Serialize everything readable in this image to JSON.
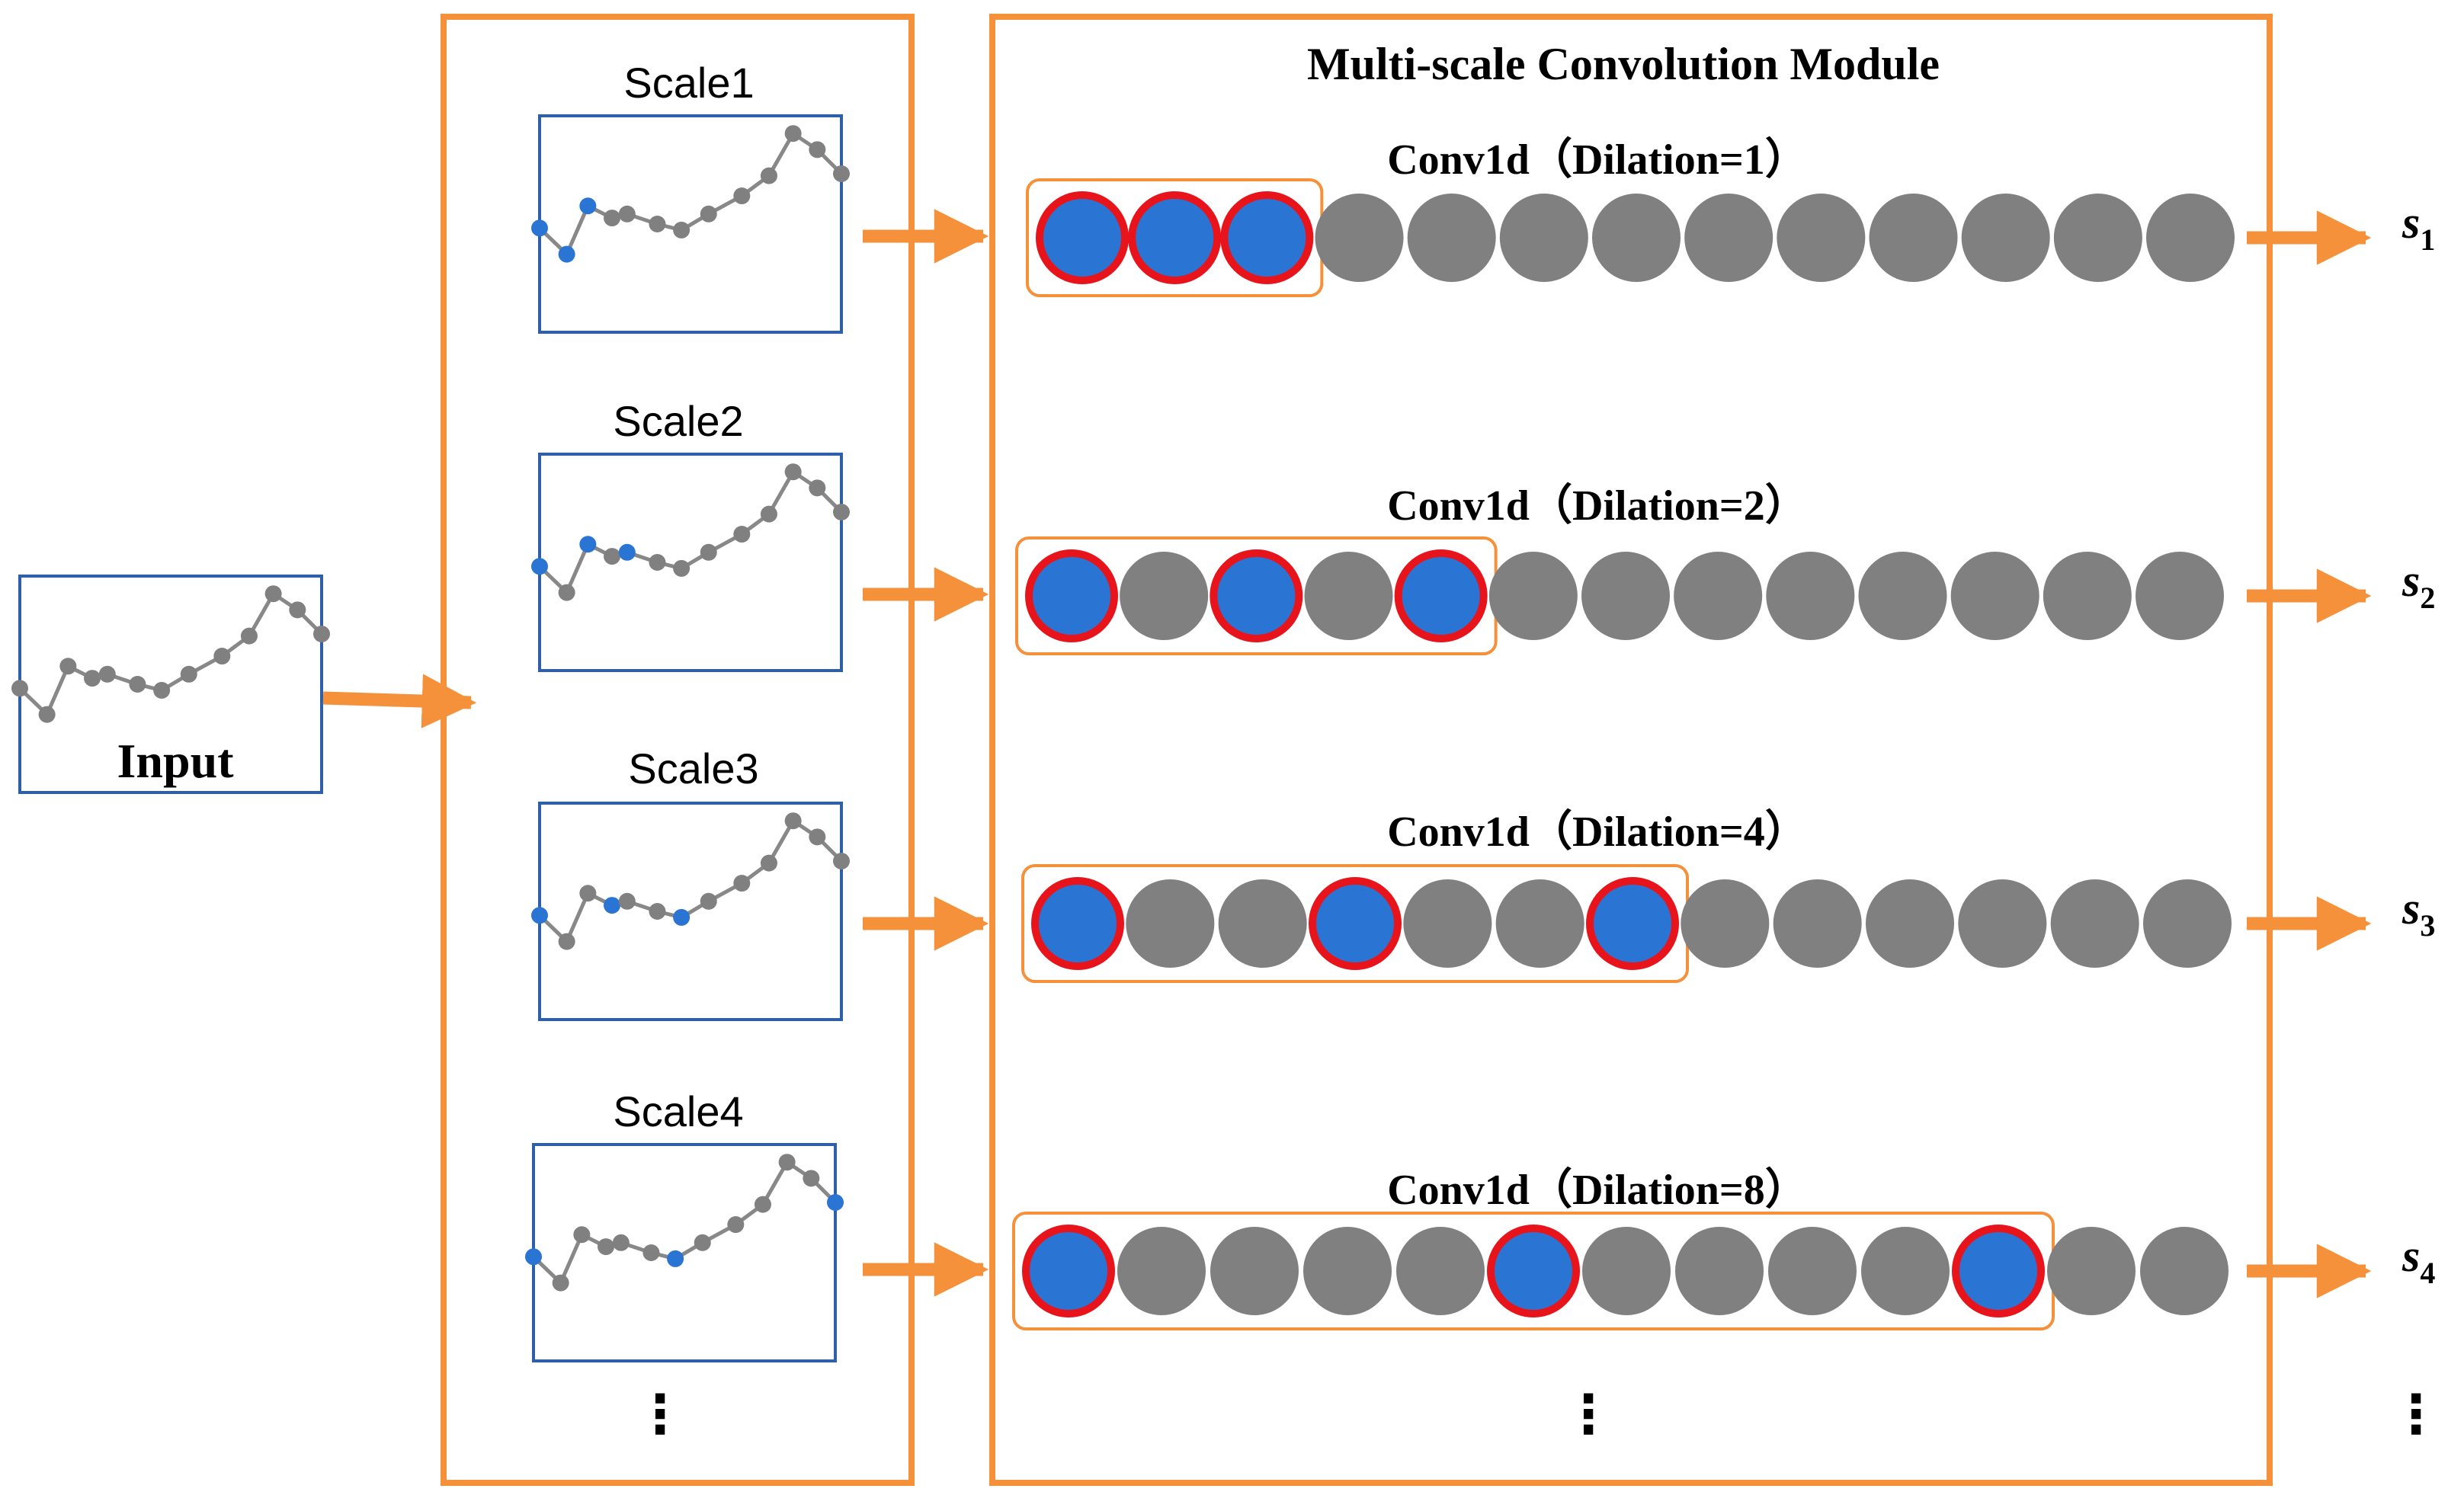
{
  "input": {
    "label": "Input"
  },
  "scales": [
    {
      "label": "Scale1",
      "highlight": [
        0,
        1,
        2
      ]
    },
    {
      "label": "Scale2",
      "highlight": [
        0,
        2,
        4
      ]
    },
    {
      "label": "Scale3",
      "highlight": [
        0,
        3,
        6
      ]
    },
    {
      "label": "Scale4",
      "highlight": [
        0,
        6,
        12
      ]
    }
  ],
  "scales_more": "⋮",
  "module": {
    "title": "Multi-scale Convolution Module",
    "more": "⋮",
    "rows": [
      {
        "label": "Conv1d（Dilation=1）",
        "dilation": 1,
        "taps": [
          0,
          1,
          2
        ]
      },
      {
        "label": "Conv1d（Dilation=2）",
        "dilation": 2,
        "taps": [
          0,
          2,
          4
        ]
      },
      {
        "label": "Conv1d（Dilation=4）",
        "dilation": 4,
        "taps": [
          0,
          3,
          6
        ]
      },
      {
        "label": "Conv1d（Dilation=8）",
        "dilation": 8,
        "taps": [
          0,
          5,
          10
        ]
      }
    ]
  },
  "outputs": [
    {
      "symbol": "s",
      "sub": "1"
    },
    {
      "symbol": "s",
      "sub": "2"
    },
    {
      "symbol": "s",
      "sub": "3"
    },
    {
      "symbol": "s",
      "sub": "4"
    }
  ],
  "outputs_more": "⋮",
  "colors": {
    "frame": "#f4913a",
    "arrow": "#f4913a",
    "panel_border": "#2e5fa9",
    "node_gray": "#808080",
    "node_blue": "#2a74d4",
    "node_ring": "#e8141c",
    "series_line": "#888888"
  },
  "icons": [
    "arrow-right-icon"
  ]
}
